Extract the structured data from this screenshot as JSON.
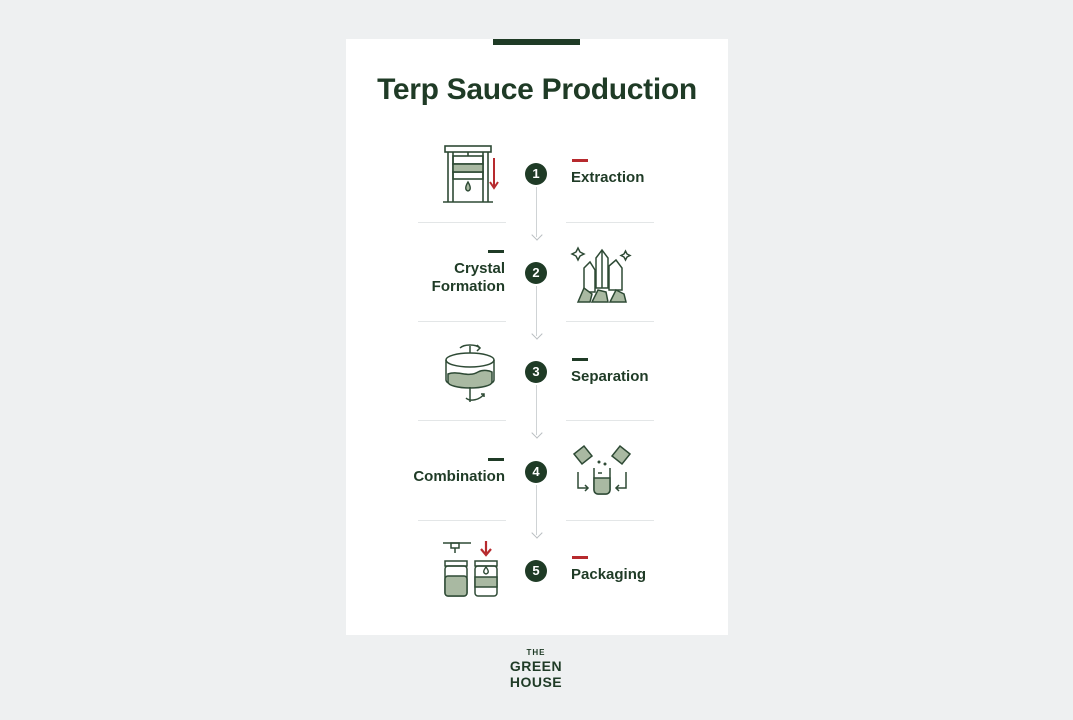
{
  "title": "Terp Sauce Production",
  "steps": [
    {
      "number": "1",
      "label": "Extraction",
      "icon": "press-icon",
      "accent": "#b72a2e"
    },
    {
      "number": "2",
      "label": "Crystal Formation",
      "icon": "crystal-icon",
      "accent": "#1f3b26"
    },
    {
      "number": "3",
      "label": "Separation",
      "icon": "centrifuge-icon",
      "accent": "#1f3b26"
    },
    {
      "number": "4",
      "label": "Combination",
      "icon": "beakers-icon",
      "accent": "#1f3b26"
    },
    {
      "number": "5",
      "label": "Packaging",
      "icon": "jars-icon",
      "accent": "#b72a2e"
    }
  ],
  "logo": {
    "line1": "THE",
    "line2": "GREEN",
    "line3": "HOUSE"
  },
  "colors": {
    "primary": "#1f3b26",
    "accent_red": "#b72a2e",
    "icon_fill": "#a9b9a2",
    "background": "#eef0f1"
  }
}
